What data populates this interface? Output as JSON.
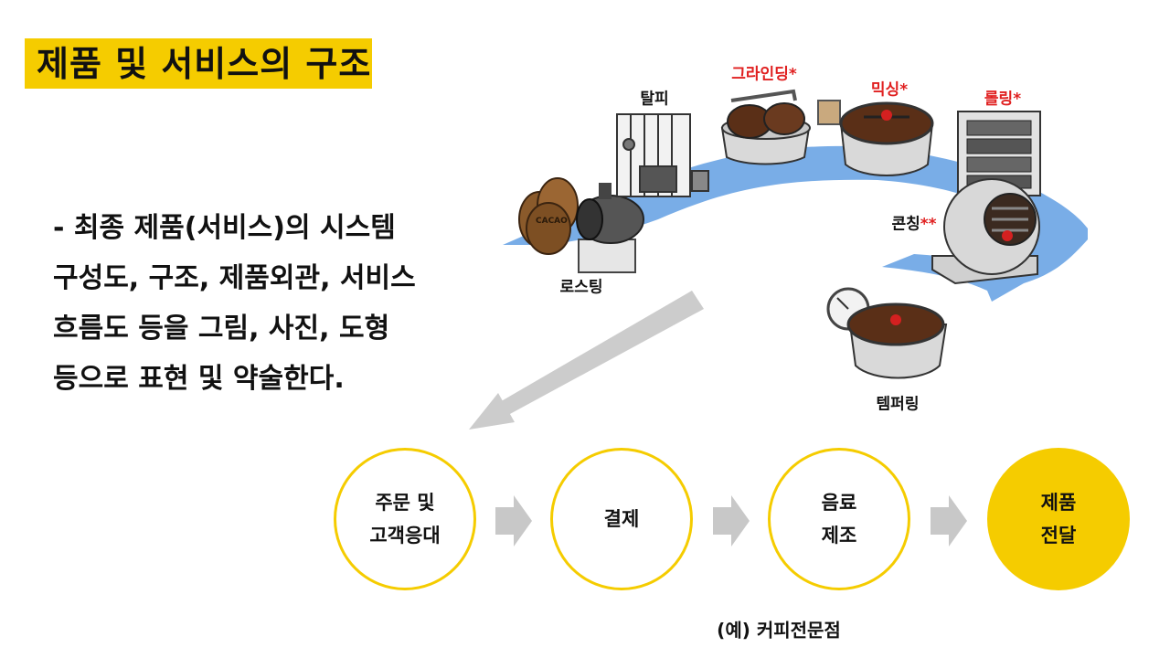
{
  "title": "제품 및 서비스의 구조",
  "description": {
    "lines": [
      "- 최종 제품(서비스)의 시스템",
      "구성도, 구조, 제품외관, 서비스",
      "흐름도 등을 그림, 사진, 도형",
      "등으로 표현 및 약술한다."
    ]
  },
  "process": {
    "roasting": "로스팅",
    "winnowing": "탈피",
    "grinding": "그라인딩",
    "grinding_mark": "*",
    "mixing": "믹싱",
    "mixing_mark": "*",
    "rolling": "롤링",
    "rolling_mark": "*",
    "conching": "콘칭",
    "conching_mark": "**",
    "tempering": "템퍼링",
    "sack_text": "CACAO"
  },
  "flow": {
    "steps": [
      {
        "lines": [
          "주문 및",
          "고객응대"
        ]
      },
      {
        "lines": [
          "결제"
        ]
      },
      {
        "lines": [
          "음료",
          "제조"
        ]
      },
      {
        "lines": [
          "제품",
          "전달"
        ]
      }
    ],
    "example": "(예) 커피전문점"
  },
  "colors": {
    "accent_yellow": "#f5cc00",
    "path_blue": "#6aa4e4",
    "arrow_gray": "#cccccc",
    "label_red": "#e02020"
  }
}
